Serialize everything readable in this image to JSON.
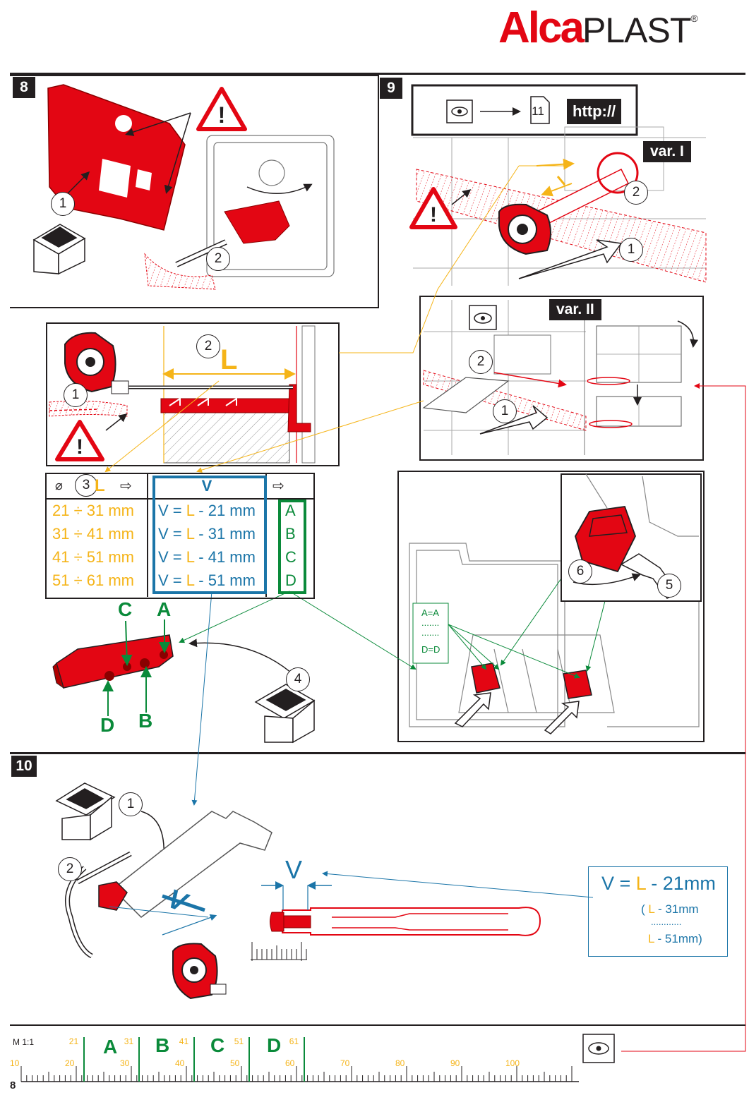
{
  "header": {
    "logo_alca": "Alca",
    "logo_plast": "PLAST",
    "logo_reg": "®"
  },
  "sections": {
    "s8": "8",
    "s9": "9",
    "s10": "10"
  },
  "step_numbers": [
    "1",
    "2",
    "3",
    "4",
    "5",
    "6"
  ],
  "section9": {
    "http": "http://",
    "page_ref": "11",
    "var1": "var. I",
    "var2": "var. II"
  },
  "measure": {
    "L": "L",
    "V_header": "V"
  },
  "table": {
    "rows": [
      {
        "range": "21 ÷ 31 mm",
        "formula_pre": "V = ",
        "formula_L": "L",
        "formula_post": " - 21 mm",
        "letter": "A"
      },
      {
        "range": "31 ÷ 41 mm",
        "formula_pre": "V = ",
        "formula_L": "L",
        "formula_post": " - 31 mm",
        "letter": "B"
      },
      {
        "range": "41 ÷ 51 mm",
        "formula_pre": "V = ",
        "formula_L": "L",
        "formula_post": " - 41 mm",
        "letter": "C"
      },
      {
        "range": "51 ÷ 61 mm",
        "formula_pre": "V = ",
        "formula_L": "L",
        "formula_post": " - 51 mm",
        "letter": "D"
      }
    ]
  },
  "part_labels": {
    "A": "A",
    "B": "B",
    "C": "C",
    "D": "D"
  },
  "mapping_box": {
    "line1": "A=A",
    "dots1": ".......",
    "dots2": ".......",
    "line2": "D=D"
  },
  "section10": {
    "V": "V",
    "formula_main_pre": "V = ",
    "formula_main_L": "L",
    "formula_main_post": " - 21mm",
    "formula_alt1_pre": "( ",
    "formula_alt1_L": "L",
    "formula_alt1_post": " - 31mm",
    "formula_dots": "............",
    "formula_alt2_L": "L",
    "formula_alt2_post": " - 51mm)"
  },
  "ruler": {
    "scale": "M 1:1",
    "bottom_numbers": [
      "10",
      "20",
      "30",
      "40",
      "50",
      "60",
      "70",
      "80",
      "90",
      "100"
    ],
    "top_numbers": [
      "21",
      "31",
      "41",
      "51",
      "61"
    ],
    "zone_letters": [
      "A",
      "B",
      "C",
      "D"
    ],
    "page_number": "8"
  },
  "colors": {
    "red": "#e30613",
    "yellow": "#f5b418",
    "blue": "#1b75a8",
    "green": "#0a8a3a",
    "black": "#231f20"
  }
}
